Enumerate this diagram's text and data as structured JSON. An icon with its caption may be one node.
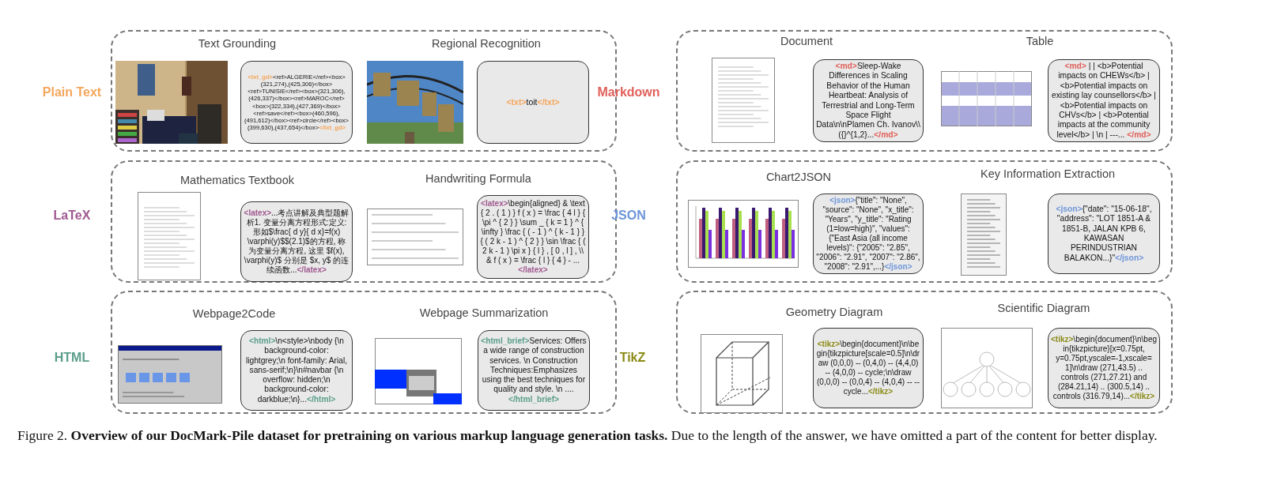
{
  "diagram": {
    "caption": "Figure 2. **Overview of our DocMark-Pile dataset for pretraining on various markup language generation tasks.** Due to the length of the answer, we have omitted a part of the content for better display.",
    "nodes": [
      {
        "text": [
          "Plain Text"
        ]
      },
      {
        "text": [],
        "shape": "picture",
        "in": 0
      },
      {
        "text": [
          "<txt_gd><ref>ALGERIE</ref><box>(321,274),(425,306)</box><ref>TUNISIE</ref><box>(321,306),(426,337)</box><ref>MAROC</ref><box>(322,334),(427,369)</box><ref>save</ref><box>(460,596),(491,612)</box><ref>circle</ref><box>(399,630),(437,654)</box></txt_gd>"
        ],
        "in": 0
      },
      {
        "text": [],
        "shape": "picture",
        "in": 0
      },
      {
        "text": [
          "<txt>toit</txt>"
        ],
        "in": 0
      },
      {
        "text": [
          "Markdown"
        ]
      },
      {
        "text": [],
        "shape": "picture",
        "in": 5
      },
      {
        "text": [
          "<md>Sleep-Wake Differences in Scaling Behavior of the Human Heartbeat: Analysis of Terrestrial and Long-Term Space Flight Data\\n\\nPlamen Ch. Ivanov\\\\({}^{1,2}...</md>"
        ],
        "in": 5
      },
      {
        "text": [],
        "shape": "picture",
        "in": 5
      },
      {
        "text": [
          "<md> | | <b>Potential impacts on CHEWs</b> | <b>Potential impacts on existing lay counsellors</b> | <b>Potential impacts on CHVs</b> | <b>Potential impacts at the community level</b> | \\n | ---... </md>"
        ],
        "in": 5
      },
      {
        "text": [
          "LaTeX"
        ]
      },
      {
        "text": [],
        "shape": "picture",
        "in": 10
      },
      {
        "text": [
          "<latex>...考点讲解及典型题解析1. 变量分离方程形式:定义: 形如$\\frac{ d y}{ d x}=f(x) \\varphi(y)$$(2.1)$的方程, 称为变量分离方程, 这里 $f(x), \\varphi(y)$ 分别是 $x, y$ 的连续函数...</latex>"
        ],
        "in": 10
      },
      {
        "text": [],
        "shape": "picture",
        "in": 10
      },
      {
        "text": [
          "<latex>\\begin{aligned} & \\text { 2 . ( 1 ) } f ( x ) = \\frac { 4 l } { \\pi ^ { 2 } } \\sum _ { k = 1 } ^ { \\infty } \\frac { ( - 1 ) ^ { k - 1 } } { ( 2 k - 1 ) ^ { 2 } } \\sin \\frac { ( 2 k - 1 ) \\pi x } { l } , [ 0 , l ] , \\\\ & f ( x ) = \\frac { l } { 4 } - ...</latex>"
        ],
        "in": 10
      },
      {
        "text": [
          "JSON"
        ]
      },
      {
        "text": [],
        "shape": "picture",
        "in": 15
      },
      {
        "text": [
          "<json>{\"title\": \"None\", \"source\": \"None\", \"x_title\": \"Years\", \"y_title\": \"Rating (1=low=high)\", \"values\": {\"East Asia (all income levels)\": {\"2005\": \"2.85\", \"2006\": \"2.91\", \"2007\": \"2.86\", \"2008\": \"2.91\",...}</json>"
        ],
        "in": 15
      },
      {
        "text": [],
        "shape": "picture",
        "in": 15
      },
      {
        "text": [
          "<json>{\"date\": \"15-06-18\", \"address\": \"LOT 1851-A & 1851-B, JALAN KPB 6, KAWASAN PERINDUSTRIAN BALAKON...}\"</json>"
        ],
        "in": 15
      },
      {
        "text": [
          "HTML"
        ]
      },
      {
        "text": [],
        "shape": "picture",
        "in": 20
      },
      {
        "text": [
          "<html>\\n<style>\\nbody {\\n background-color: lightgrey;\\n font-family: Arial, sans-serif;\\n}\\n#navbar {\\n overflow: hidden;\\n background-color: darkblue;\\n}...</html>"
        ],
        "in": 20
      },
      {
        "text": [],
        "shape": "picture",
        "in": 20
      },
      {
        "text": [
          "<html_brief>Services: Offers a wide range of construction services. \\n Construction Techniques:Emphasizes using the best techniques for quality and style. \\n ....</html_brief>"
        ],
        "in": 20
      },
      {
        "text": [
          "TikZ"
        ]
      },
      {
        "text": [],
        "shape": "picture",
        "in": 25
      },
      {
        "text": [
          "<tikz>\\begin{document}\\n\\begin{tikzpicture[scale=0.5]\\n\\draw (0,0,0) -- (0,4,0) -- (4,4,0) -- (4,0,0) -- cycle;\\n\\draw (0,0,0) -- (0,0,4) -- (4,0,4) -- -- cycle...</tikz>"
        ],
        "in": 25
      },
      {
        "text": [],
        "shape": "picture",
        "in": 25
      },
      {
        "text": [
          "<tikz>\\begin{document}\\n\\begin{tikzpicture}[x=0.75pt, y=0.75pt,yscale=-1,xscale= 1]\\n\\draw   (271,43.5) .. controls (271,27.21) and (284.21,14) .. (300.5,14) .. controls (316.79,14)...</tikz>"
        ],
        "in": 25
      }
    ],
    "labels": [
      "Text Grounding",
      "Regional Recognition",
      "Document",
      "Table",
      "Mathematics Textbook",
      "Handwriting Formula",
      "Chart2JSON",
      "Key Information Extraction",
      "Webpage2Code",
      "Webpage Summarization",
      "Geometry Diagram",
      "Scientific Diagram"
    ]
  }
}
